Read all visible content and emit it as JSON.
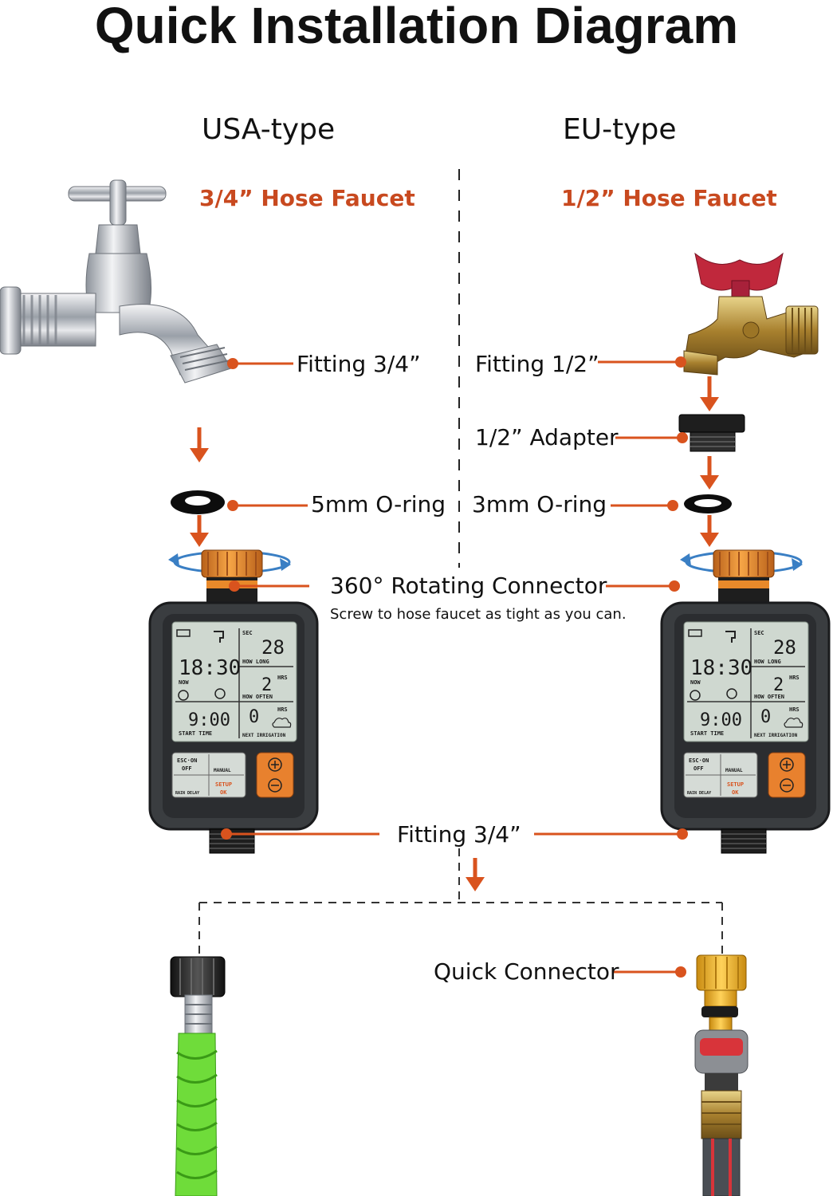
{
  "title": "Quick Installation Diagram",
  "usa": {
    "heading": "USA-type",
    "faucet": "3/4” Hose Faucet",
    "fitting": "Fitting 3/4”",
    "oring": "5mm O-ring"
  },
  "eu": {
    "heading": "EU-type",
    "faucet": "1/2” Hose Faucet",
    "fitting": "Fitting 1/2”",
    "adapter": "1/2” Adapter",
    "oring": "3mm O-ring"
  },
  "connector": {
    "label": "360° Rotating Connector",
    "note": "Screw to hose faucet as tight as you can."
  },
  "outlet_fitting": "Fitting 3/4”",
  "quick_connector": "Quick Connector",
  "timer_display": {
    "sec": "SEC",
    "sec_value": "28",
    "how_long": "HOW LONG",
    "now_time": "18:30",
    "now": "NOW",
    "hrs": "HRS",
    "often_value": "2",
    "how_often": "HOW OFTEN",
    "start_value": "9:00",
    "start_time": "START TIME",
    "next_value": "0",
    "next_irrigation": "NEXT IRRIGATION",
    "btn_esc": "ESC·ON",
    "btn_off": "OFF",
    "btn_manual": "MANUAL",
    "btn_rain": "RAIN DELAY",
    "btn_setup": "SETUP",
    "btn_ok": "OK"
  },
  "colors": {
    "accent": "#d9531e",
    "faucet_label": "#c8491f",
    "timer_body": "#3a3d40",
    "connector_orange": "#e8892a",
    "lcd": "#cfd8d0",
    "rotate_arrow": "#3a7fc4",
    "hose_green": "#6fdc3a",
    "faucet_handle_red": "#c0283c"
  },
  "icons": [
    "battery-icon",
    "faucet-icon",
    "clock-icon",
    "plus-icon",
    "minus-icon",
    "rain-cloud-icon",
    "arrow-down-icon",
    "rotate-arrow-icon"
  ]
}
